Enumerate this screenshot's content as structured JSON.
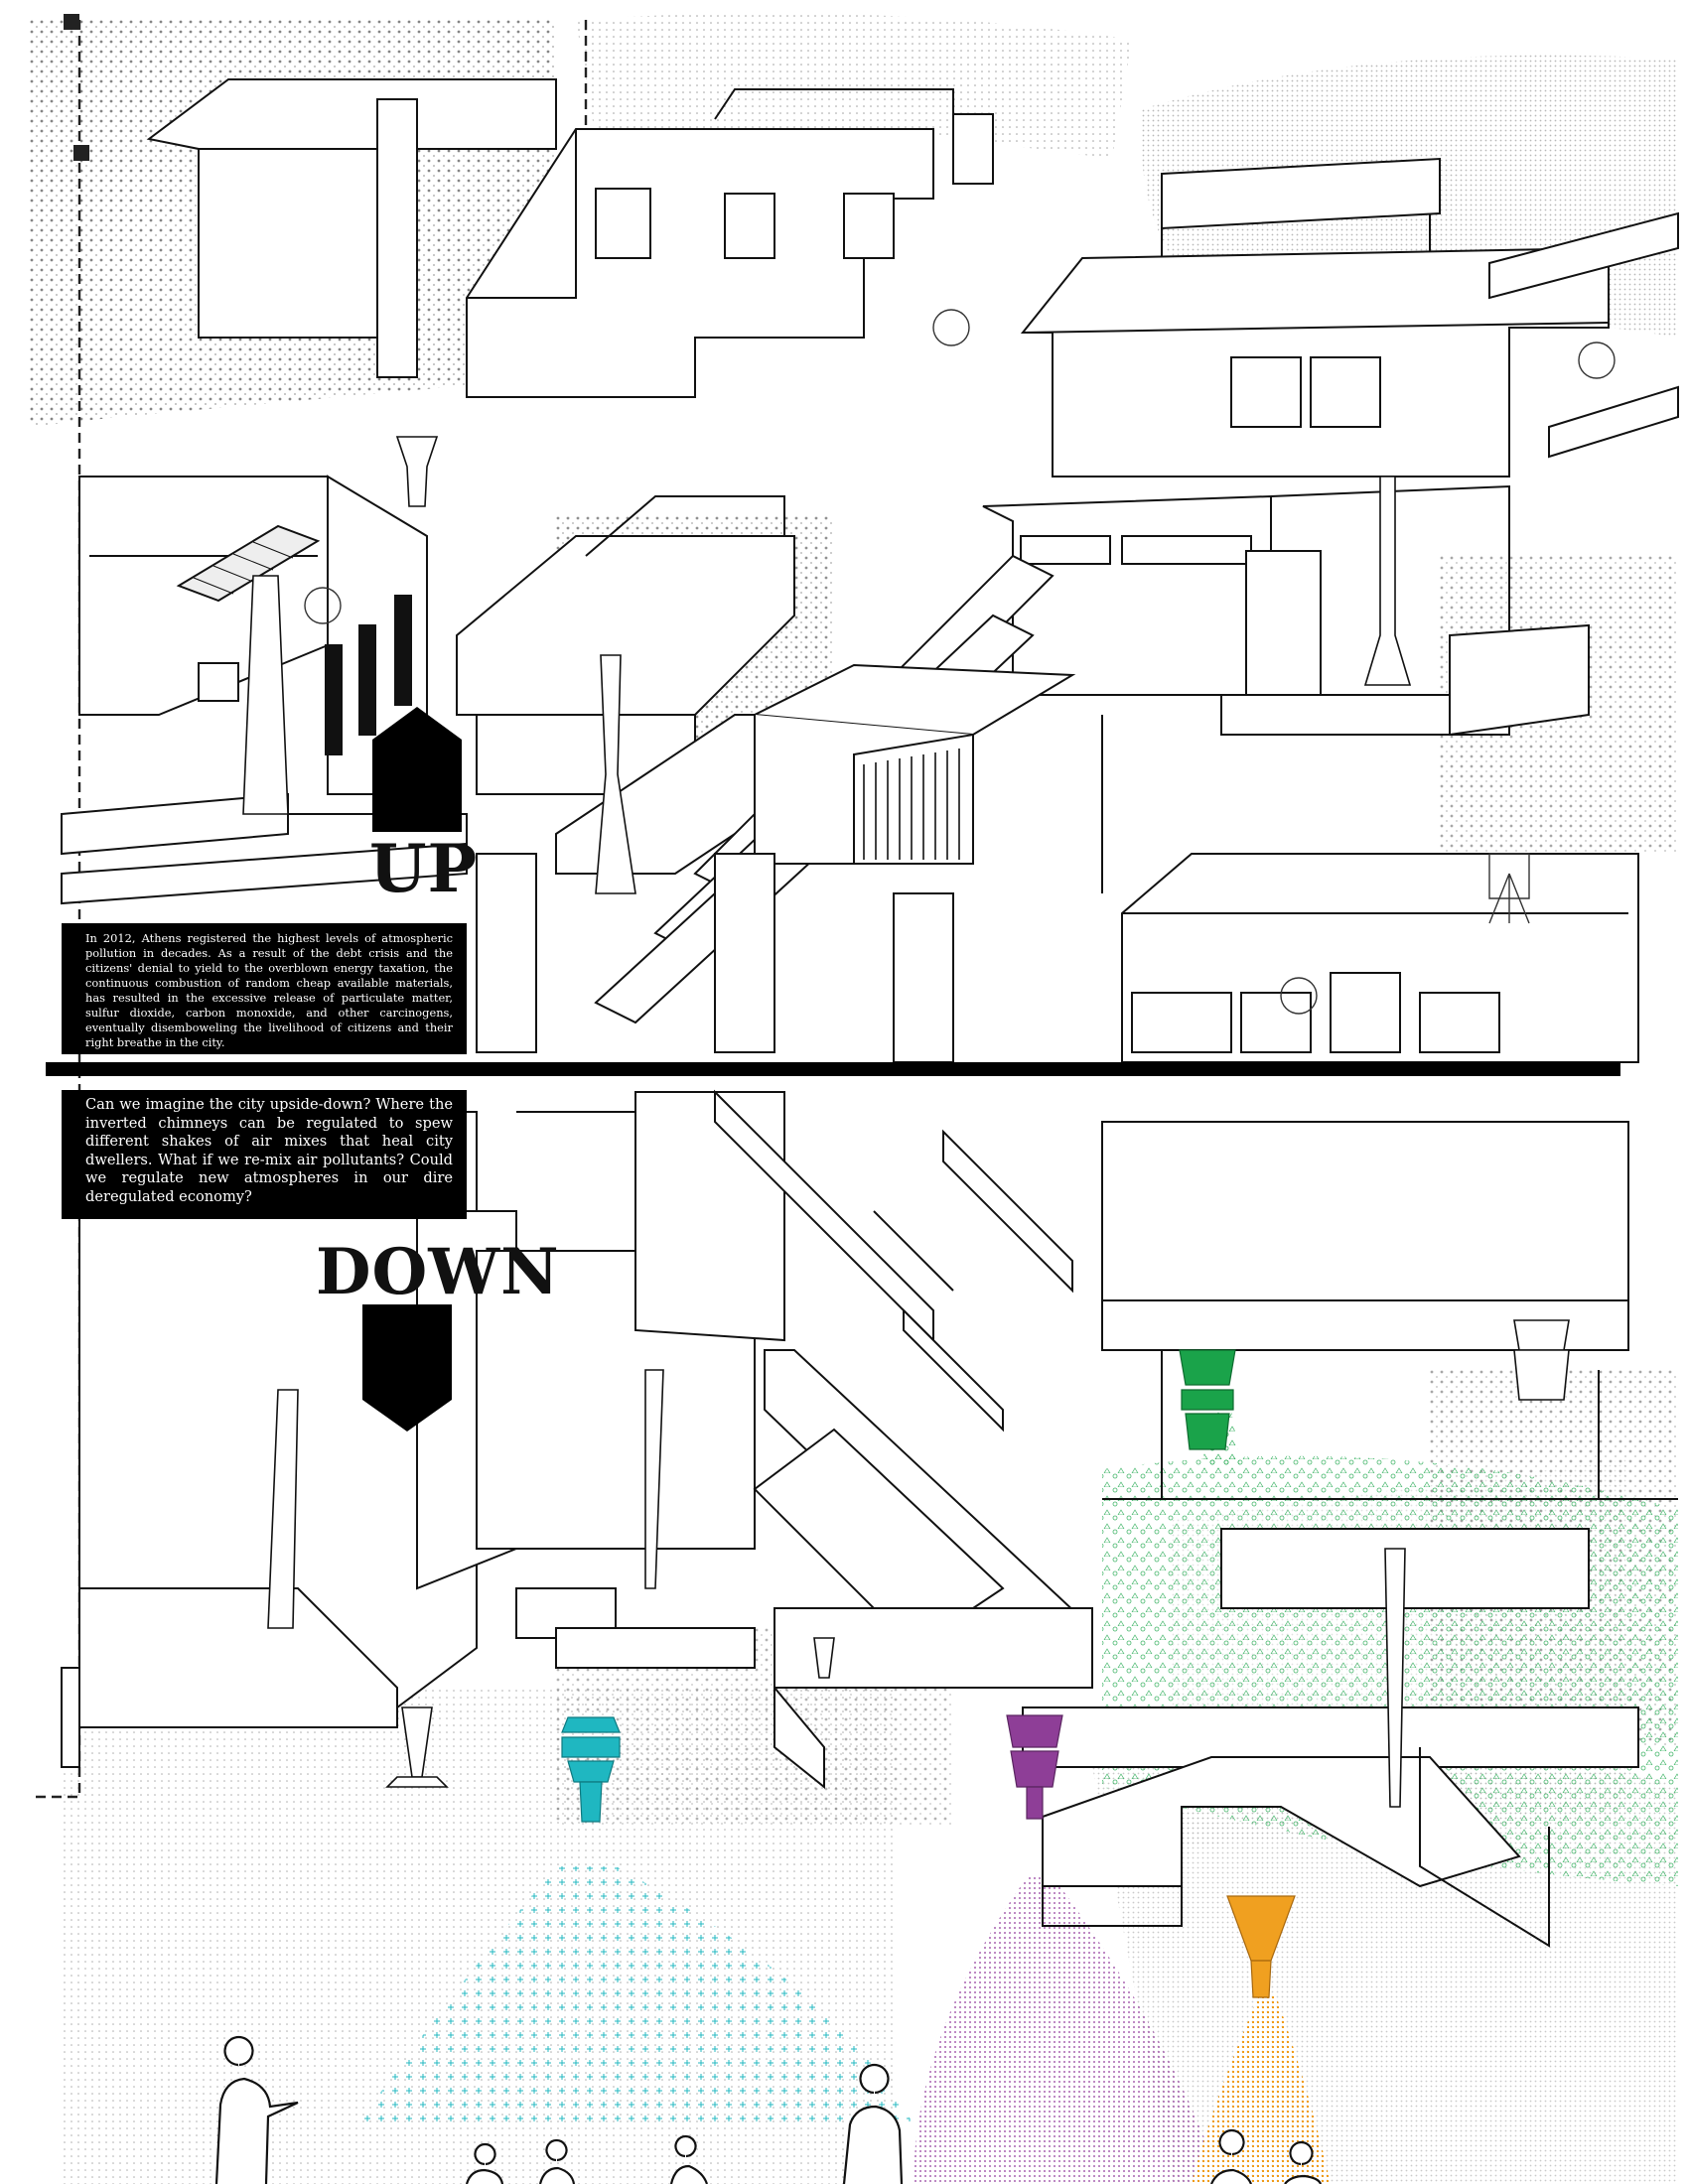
{
  "texts": {
    "up_word": "UP",
    "down_word": "DOWN",
    "up_paragraph": "In 2012, Athens registered the highest levels of atmospheric pollution in decades. As a result of the debt crisis and the citizens' denial to yield to the overblown energy taxation, the continuous combustion of random cheap available materials, has resulted in the excessive release of particulate matter, sulfur dioxide, carbon monoxide, and other carcinogens, eventually disemboweling the livelihood of citizens and their right breathe in the city.",
    "down_paragraph": "Can we imagine the city upside-down? Where the inverted chimneys can be regulated to spew different shakes of air mixes that heal city dwellers. What if we re-mix air pollutants? Could we regulate new atmospheres in our dire deregulated economy?"
  },
  "colors": {
    "ink": "#111111",
    "divider": "#000000",
    "green_chimney": "#1aa34a",
    "cyan_chimney": "#1fb7c1",
    "purple_chimney": "#8e3e97",
    "orange_chimney": "#f0a020"
  },
  "icons": [
    "up-arrow-house-icon",
    "down-arrow-house-icon",
    "inverted-chimney-icon",
    "person-silhouette-icon"
  ]
}
